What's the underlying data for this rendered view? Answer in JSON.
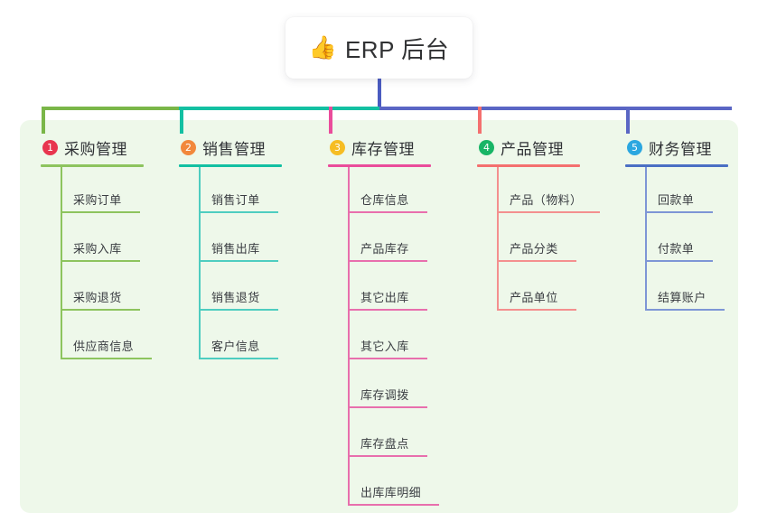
{
  "root": {
    "icon": "thumbs-up-icon",
    "emoji": "👍",
    "title": "ERP 后台"
  },
  "panel": {
    "background_color": "#eef8ea"
  },
  "connectors": {
    "root_stem_color": "#4a5bc0",
    "segments": [
      {
        "name": "bar-segment-green",
        "color": "#7ab648"
      },
      {
        "name": "bar-segment-teal",
        "color": "#13c0a2"
      },
      {
        "name": "bar-segment-blue",
        "color": "#5a66c4"
      }
    ],
    "drops": [
      {
        "name": "drop-purchasing",
        "color": "#7ab648"
      },
      {
        "name": "drop-sales",
        "color": "#13c0a2"
      },
      {
        "name": "drop-inventory",
        "color": "#ea4c9b"
      },
      {
        "name": "drop-product",
        "color": "#f4706f"
      },
      {
        "name": "drop-finance",
        "color": "#5a66c4"
      }
    ]
  },
  "columns": [
    {
      "id": "purchasing",
      "number": "1",
      "badge_color": "#e8364f",
      "line_color": "#8dc45e",
      "rule_color": "#8dc45e",
      "title": "采购管理",
      "items": [
        {
          "label": "采购订单",
          "rule_width": 88
        },
        {
          "label": "采购入库",
          "rule_width": 88
        },
        {
          "label": "采购退货",
          "rule_width": 88
        },
        {
          "label": "供应商信息",
          "rule_width": 101
        }
      ]
    },
    {
      "id": "sales",
      "number": "2",
      "badge_color": "#f2883c",
      "line_color": "#4ecdc0",
      "rule_color": "#13c0a2",
      "title": "销售管理",
      "items": [
        {
          "label": "销售订单",
          "rule_width": 88
        },
        {
          "label": "销售出库",
          "rule_width": 88
        },
        {
          "label": "销售退货",
          "rule_width": 88
        },
        {
          "label": "客户信息",
          "rule_width": 88
        }
      ]
    },
    {
      "id": "inventory",
      "number": "3",
      "badge_color": "#f6bd23",
      "line_color": "#e86fad",
      "rule_color": "#ea4c9b",
      "title": "库存管理",
      "items": [
        {
          "label": "仓库信息",
          "rule_width": 88
        },
        {
          "label": "产品库存",
          "rule_width": 88
        },
        {
          "label": "其它出库",
          "rule_width": 88
        },
        {
          "label": "其它入库",
          "rule_width": 88
        },
        {
          "label": "库存调拨",
          "rule_width": 88
        },
        {
          "label": "库存盘点",
          "rule_width": 88
        },
        {
          "label": "出库库明细",
          "rule_width": 101
        }
      ]
    },
    {
      "id": "product",
      "number": "4",
      "badge_color": "#18b566",
      "line_color": "#f4908f",
      "rule_color": "#f4706f",
      "title": "产品管理",
      "items": [
        {
          "label": "产品（物料）",
          "rule_width": 114
        },
        {
          "label": "产品分类",
          "rule_width": 88
        },
        {
          "label": "产品单位",
          "rule_width": 88
        }
      ]
    },
    {
      "id": "finance",
      "number": "5",
      "badge_color": "#2ba7e0",
      "line_color": "#7e96d6",
      "rule_color": "#4a6fc4",
      "title": "财务管理",
      "items": [
        {
          "label": "回款单",
          "rule_width": 75
        },
        {
          "label": "付款单",
          "rule_width": 75
        },
        {
          "label": "结算账户",
          "rule_width": 88
        }
      ]
    }
  ]
}
